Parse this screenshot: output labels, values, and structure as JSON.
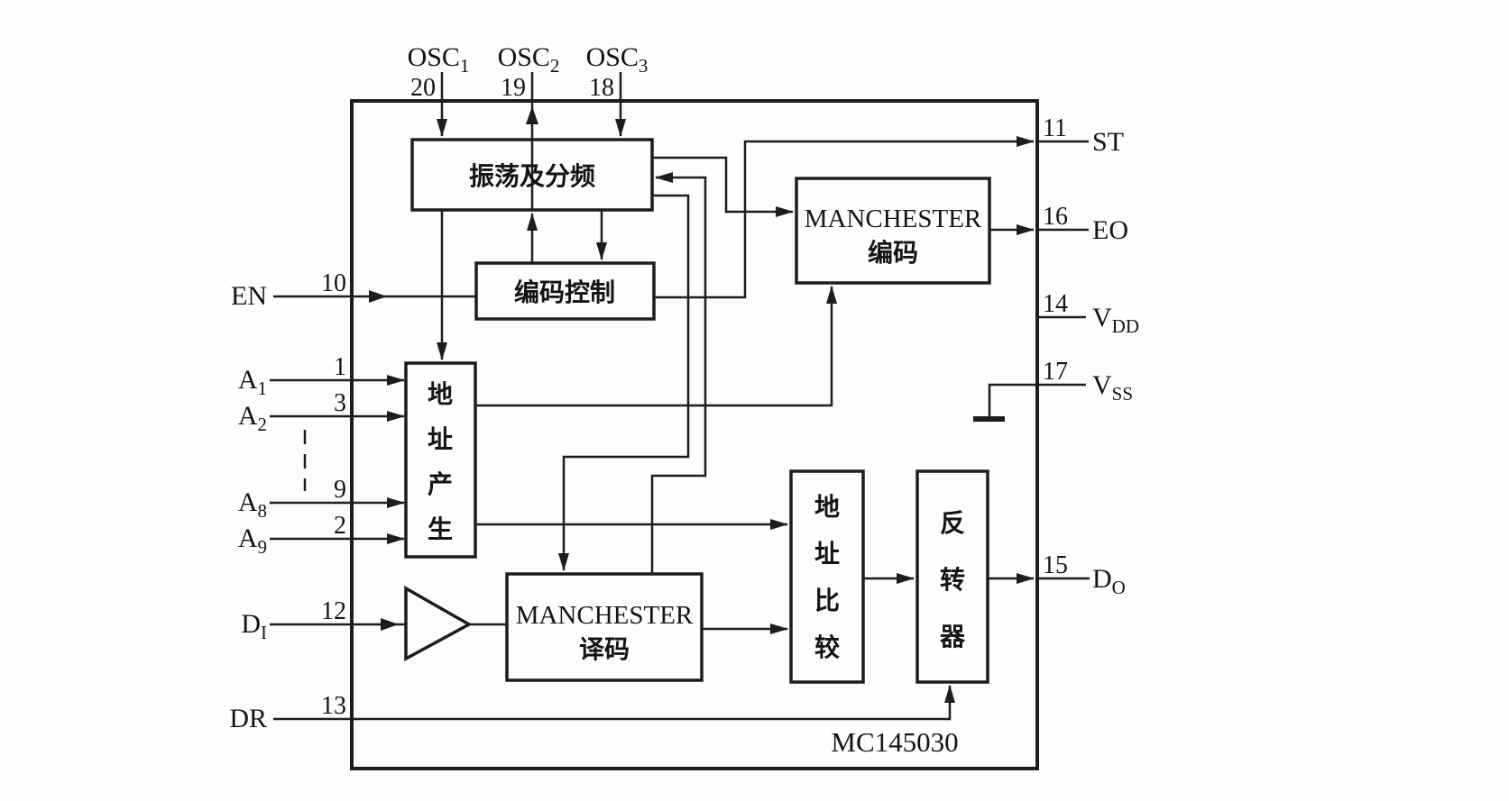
{
  "diagram": {
    "part_number": "MC145030",
    "blocks": {
      "oscillator_divider": {
        "label": "振荡及分频"
      },
      "encode_control": {
        "label": "编码控制"
      },
      "manchester_encoder": {
        "line1": "MANCHESTER",
        "line2": "编码"
      },
      "address_generator": {
        "chars": [
          "地",
          "址",
          "产",
          "生"
        ]
      },
      "manchester_decoder": {
        "line1": "MANCHESTER",
        "line2": "译码"
      },
      "address_comparator": {
        "chars": [
          "地",
          "址",
          "比",
          "较"
        ]
      },
      "inverter": {
        "chars": [
          "反",
          "转",
          "器"
        ]
      }
    },
    "pins": {
      "top": [
        {
          "base": "OSC",
          "sub": "1",
          "number": "20"
        },
        {
          "base": "OSC",
          "sub": "2",
          "number": "19"
        },
        {
          "base": "OSC",
          "sub": "3",
          "number": "18"
        }
      ],
      "left": [
        {
          "base": "EN",
          "sub": "",
          "number": "10"
        },
        {
          "base": "A",
          "sub": "1",
          "number": "1"
        },
        {
          "base": "A",
          "sub": "2",
          "number": "3"
        },
        {
          "base": "A",
          "sub": "8",
          "number": "9"
        },
        {
          "base": "A",
          "sub": "9",
          "number": "2"
        },
        {
          "base": "D",
          "sub": "I",
          "number": "12"
        },
        {
          "base": "DR",
          "sub": "",
          "number": "13"
        }
      ],
      "right": [
        {
          "base": "ST",
          "sub": "",
          "number": "11"
        },
        {
          "base": "EO",
          "sub": "",
          "number": "16"
        },
        {
          "base": "V",
          "sub": "DD",
          "number": "14"
        },
        {
          "base": "V",
          "sub": "SS",
          "number": "17"
        },
        {
          "base": "D",
          "sub": "O",
          "number": "15"
        }
      ]
    }
  }
}
